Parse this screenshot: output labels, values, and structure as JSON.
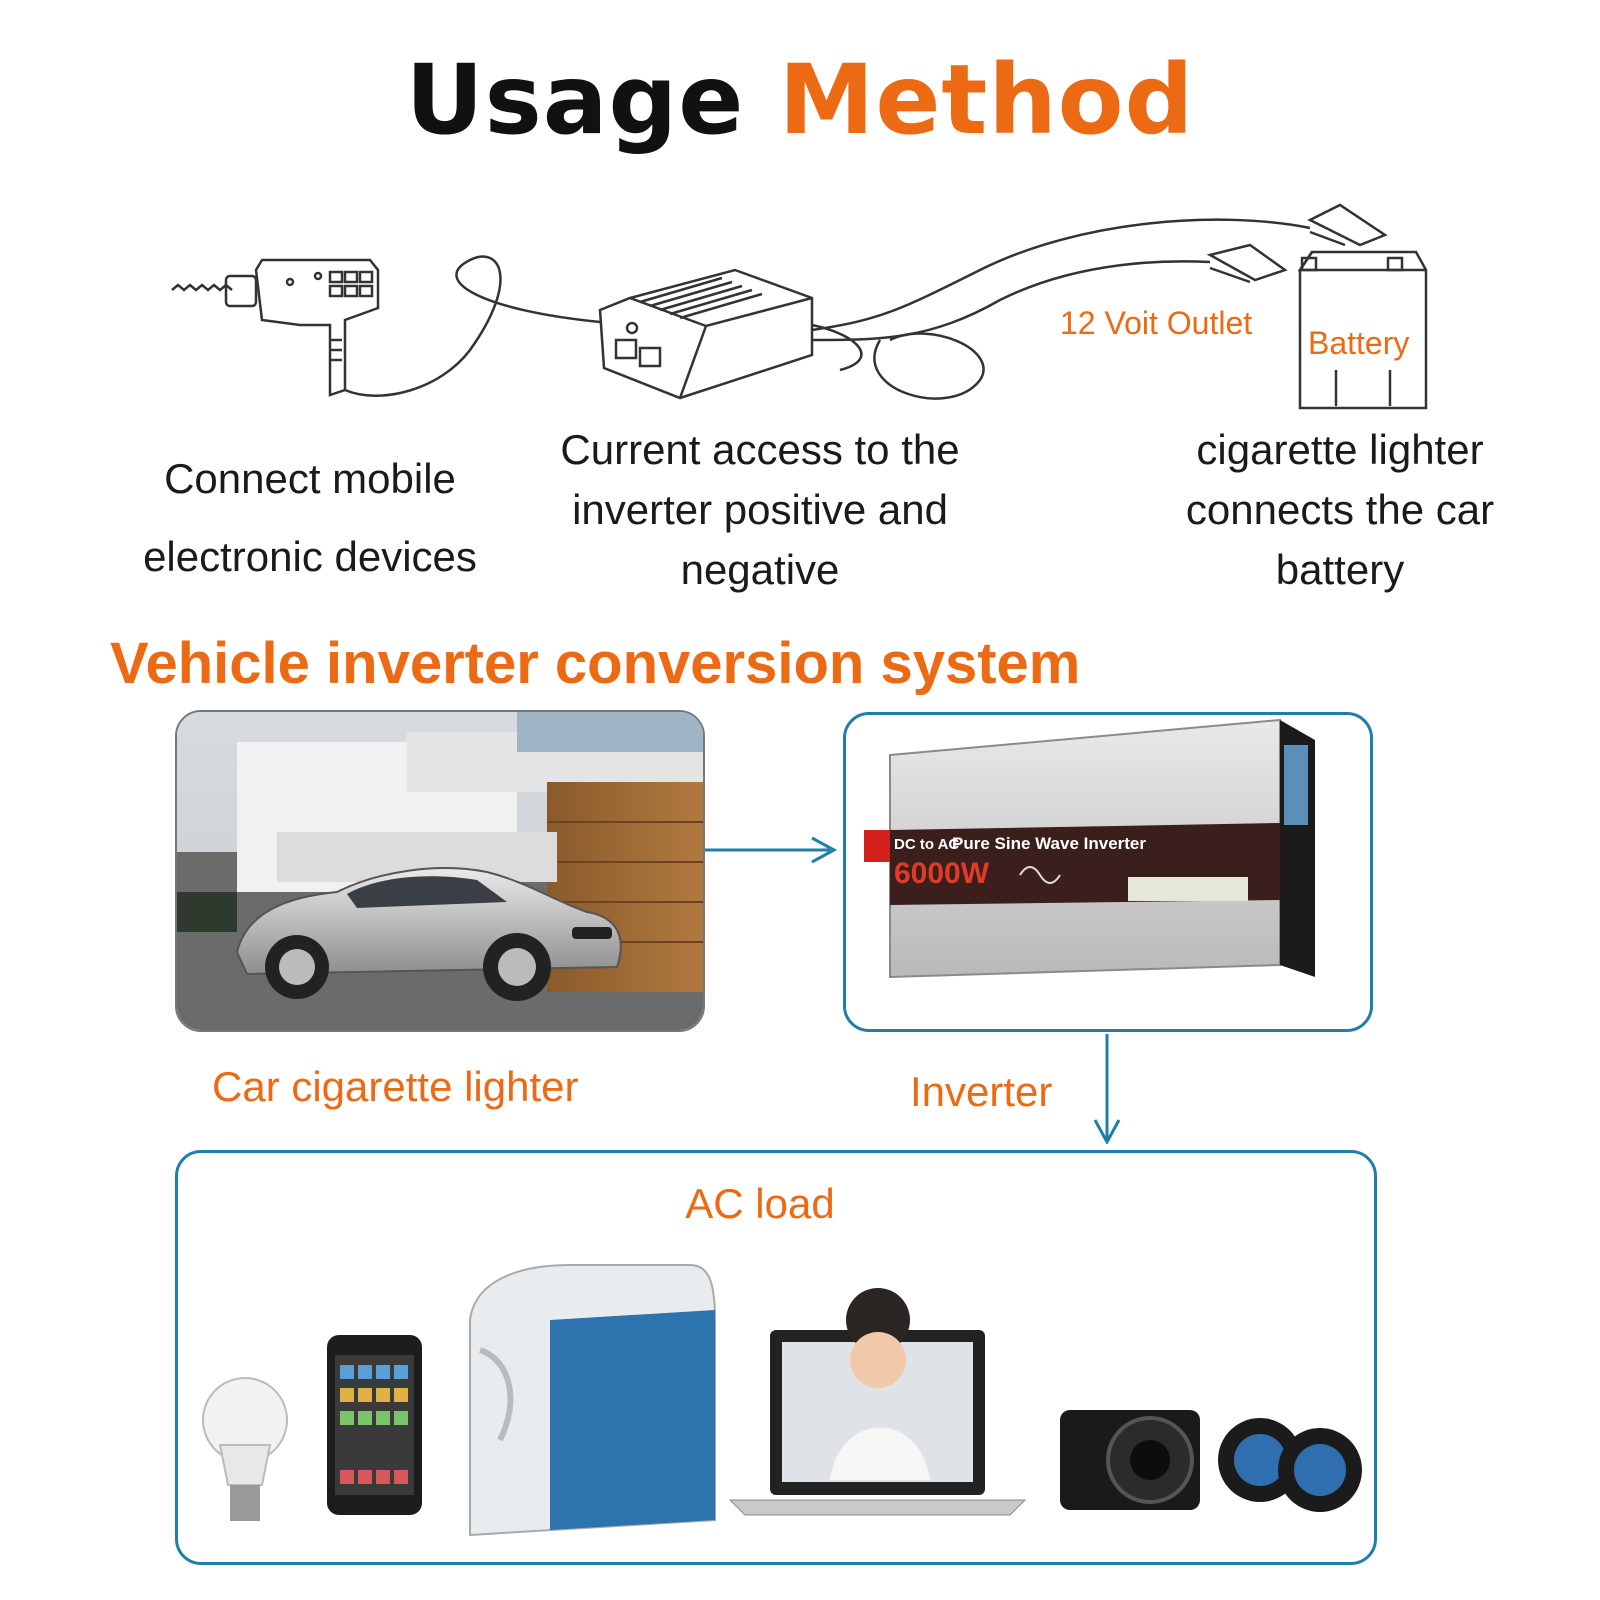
{
  "header": {
    "title_dark": "Usage",
    "title_orange": "Method"
  },
  "diagram": {
    "outlet_label": "12 Voit Outlet",
    "battery_label": "Battery",
    "captions": {
      "left": "Connect mobile electronic devices",
      "middle": "Current access to the inverter positive and negative",
      "right": "cigarette lighter connects the car battery"
    }
  },
  "system": {
    "title": "Vehicle inverter conversion system",
    "car_label": "Car cigarette lighter",
    "inverter_label": "Inverter",
    "ac_load_label": "AC load",
    "inverter_device": {
      "line1": "DC to AC",
      "line2": "Pure Sine Wave Inverter",
      "power": "6000W"
    }
  },
  "colors": {
    "accent": "#ec6a14",
    "frame": "#1f7fa8"
  },
  "icons": [
    "drill-icon",
    "inverter-icon",
    "battery-icon",
    "car-photo",
    "inverter-photo",
    "bulb-icon",
    "phone-icon",
    "cooler-icon",
    "laptop-icon",
    "camera-icon",
    "speaker-icon"
  ]
}
